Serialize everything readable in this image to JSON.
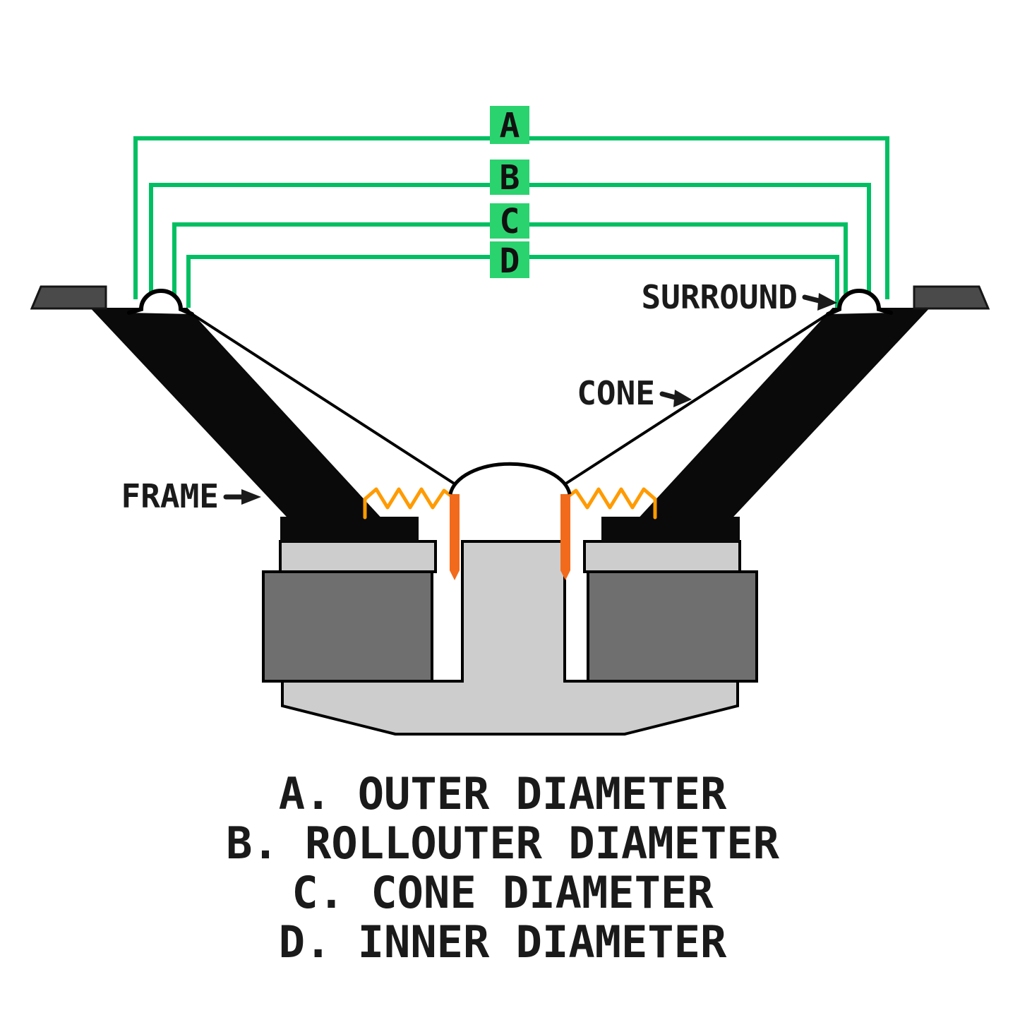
{
  "diagram": {
    "type": "speaker-cross-section-measurement-diagram",
    "dims": [
      {
        "letter": "A",
        "meaning": "OUTER DIAMETER"
      },
      {
        "letter": "B",
        "meaning": "ROLLOUTER DIAMETER"
      },
      {
        "letter": "C",
        "meaning": "CONE DIAMETER"
      },
      {
        "letter": "D",
        "meaning": "INNER DIAMETER"
      }
    ],
    "parts": {
      "surround": "SURROUND",
      "cone": "CONE",
      "frame": "FRAME"
    },
    "legend": [
      "A. OUTER DIAMETER",
      "B. ROLLOUTER DIAMETER",
      "C. CONE DIAMETER",
      "D. INNER DIAMETER"
    ],
    "colors": {
      "dimension_line_green": "#00bf63",
      "dimension_box_green": "#2bd36f",
      "spider_orange": "#ff9b00",
      "voice_coil_orange": "#f26a1b",
      "frame_black": "#0a0a0a",
      "magnet_gray": "#6f6f6f",
      "plate_gray": "#cdcdcd",
      "gasket_gray": "#4a4a4a",
      "background": "#ffffff",
      "text_black": "#1a1a1a"
    }
  }
}
